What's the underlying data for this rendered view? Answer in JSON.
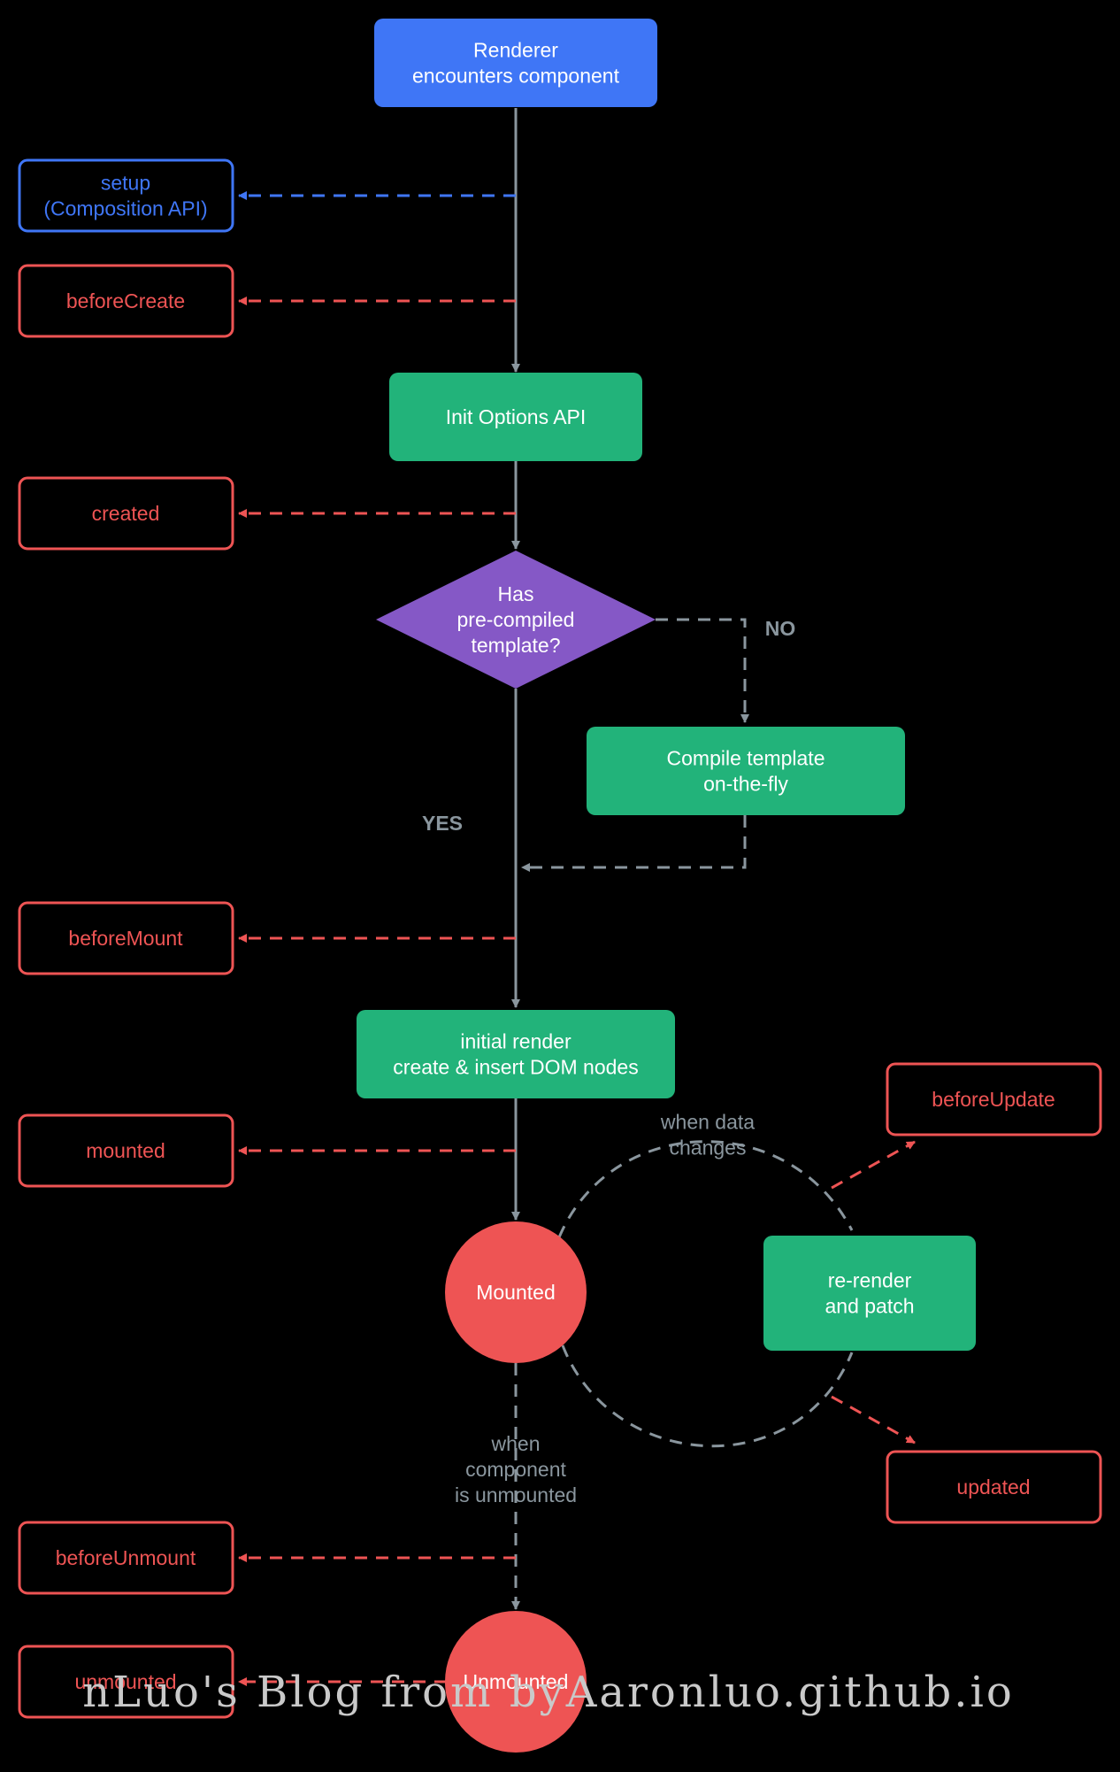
{
  "nodes": {
    "renderer": [
      "Renderer",
      "encounters component"
    ],
    "init_options": [
      "Init Options API"
    ],
    "decision": [
      "Has",
      "pre-compiled",
      "template?"
    ],
    "compile": [
      "Compile template",
      "on-the-fly"
    ],
    "initial_render": [
      "initial render",
      "create & insert DOM nodes"
    ],
    "mounted": [
      "Mounted"
    ],
    "rerender": [
      "re-render",
      "and patch"
    ],
    "unmounted": [
      "Unmounted"
    ]
  },
  "hooks": {
    "setup": [
      "setup",
      "(Composition API)"
    ],
    "before_create": [
      "beforeCreate"
    ],
    "created": [
      "created"
    ],
    "before_mount": [
      "beforeMount"
    ],
    "mounted": [
      "mounted"
    ],
    "before_update": [
      "beforeUpdate"
    ],
    "updated": [
      "updated"
    ],
    "before_unmount": [
      "beforeUnmount"
    ],
    "unmounted": [
      "unmounted"
    ]
  },
  "labels": {
    "no": [
      "NO"
    ],
    "yes": [
      "YES"
    ],
    "when_data_changes": [
      "when data",
      "changes"
    ],
    "when_unmounted": [
      "when",
      "component",
      "is unmounted"
    ]
  },
  "watermark": "nLuo's Blog from byAaronluo.github.io",
  "colors": {
    "background": "#000000",
    "blue": "#3f76f6",
    "green": "#22b37a",
    "purple": "#8558c6",
    "red": "#ee5454",
    "grey": "#8a969e"
  }
}
